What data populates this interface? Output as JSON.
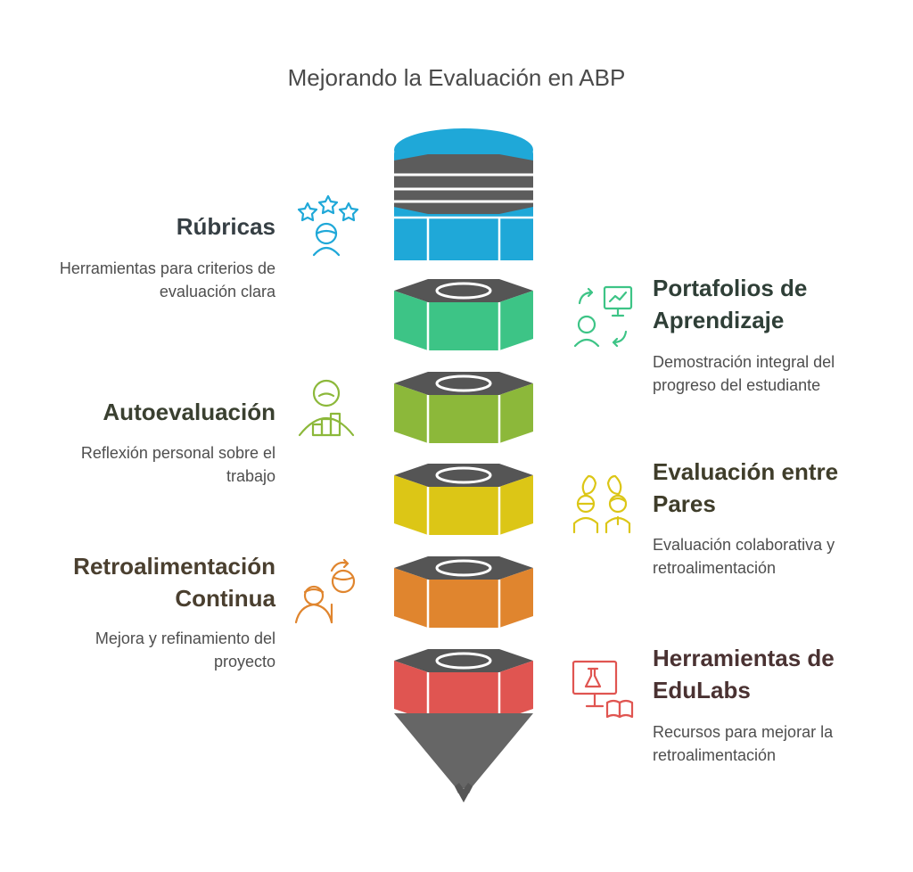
{
  "title": "Mejorando la Evaluación en ABP",
  "items": [
    {
      "title": "Rúbricas",
      "description": "Herramientas para criterios de evaluación clara",
      "color": "#1fa8d8",
      "icon": "rubric-icon"
    },
    {
      "title": "Portafolios de Aprendizaje",
      "description": "Demostración integral del progreso del estudiante",
      "color": "#3dc486",
      "icon": "portfolio-icon"
    },
    {
      "title": "Autoevaluación",
      "description": "Reflexión personal sobre el trabajo",
      "color": "#8cb83a",
      "icon": "self-assessment-icon"
    },
    {
      "title": "Evaluación entre Pares",
      "description": "Evaluación colaborativa y retroalimentación",
      "color": "#dcc616",
      "icon": "peer-review-icon"
    },
    {
      "title": "Retroalimentación Continua",
      "description": "Mejora y refinamiento del proyecto",
      "color": "#e0852e",
      "icon": "feedback-cycle-icon"
    },
    {
      "title": "Herramientas de EduLabs",
      "description": "Recursos para mejorar la retroalimentación",
      "color": "#e05551",
      "icon": "lab-tools-icon"
    }
  ],
  "colors": {
    "tip_gray": "#666666",
    "rim_gray": "#555555",
    "title_text": "#3d3d33"
  }
}
